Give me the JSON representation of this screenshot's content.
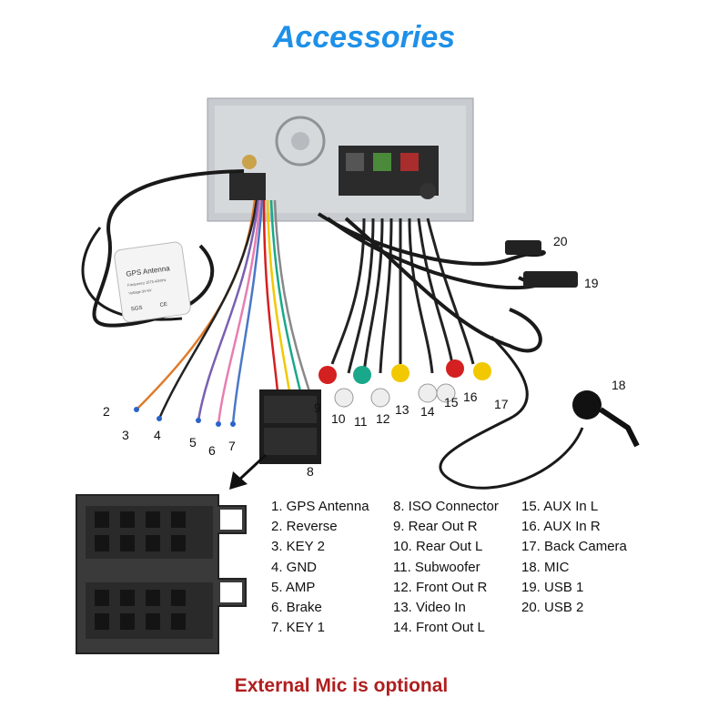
{
  "title": "Accessories",
  "gps_label": {
    "line1": "GPS Antenna",
    "line2": "Frequency 1575.42MHz",
    "line3": "Voltage:3V-5V",
    "line4": "SGS",
    "line5": "CE"
  },
  "numbers": [
    "2",
    "3",
    "4",
    "5",
    "6",
    "7",
    "8",
    "9",
    "10",
    "11",
    "12",
    "13",
    "14",
    "15",
    "16",
    "17",
    "18",
    "19",
    "20"
  ],
  "legend": {
    "col1": [
      "1. GPS Antenna",
      "2. Reverse",
      "3.  KEY 2",
      "4. GND",
      "5. AMP",
      "6. Brake",
      "7. KEY 1"
    ],
    "col2": [
      "8. ISO Connector",
      "9. Rear Out R",
      "10. Rear Out L",
      "11. Subwoofer",
      "12.  Front Out R",
      "13. Video In",
      "14. Front Out L"
    ],
    "col3": [
      "15. AUX In L",
      "16. AUX In R",
      "17. Back Camera",
      "18. MIC",
      "19. USB 1",
      "20. USB 2"
    ]
  },
  "footer": "External Mic is optional",
  "colors": {
    "title": "#1e90e8",
    "footer": "#b01e1e",
    "rca_red": "#d42020",
    "rca_yellow": "#f2c800",
    "rca_white": "#f0f0f0",
    "rca_green": "#1aa88a"
  }
}
